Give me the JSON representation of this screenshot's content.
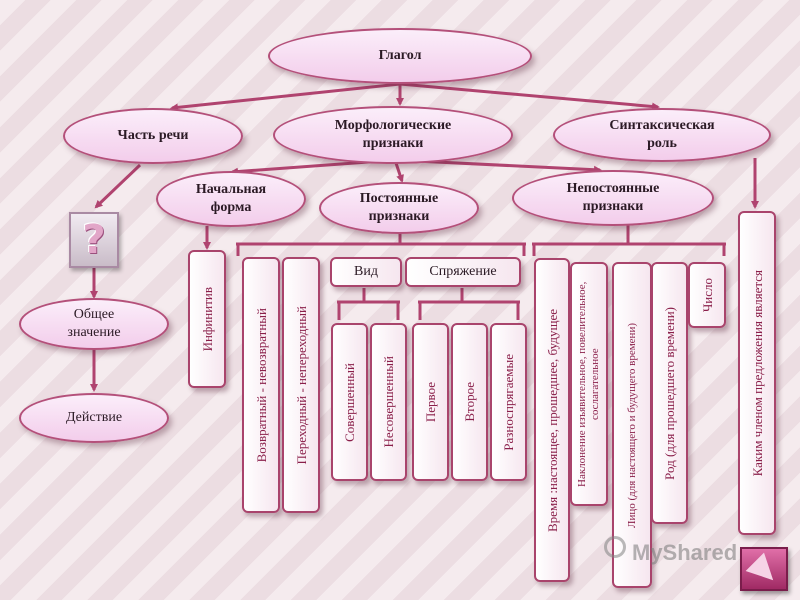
{
  "root": "Глагол",
  "level1": {
    "part_of_speech": "Часть речи",
    "morph_features": "Морфологические признаки",
    "syntax_role": "Синтаксическая роль"
  },
  "morph": {
    "initial_form": "Начальная форма",
    "constant": "Постоянные признаки",
    "variable": "Непостоянные признаки"
  },
  "question_mark": "?",
  "general_meaning": "Общее значение",
  "action": "Действие",
  "infinitive": "Инфинитив",
  "constant_items": {
    "reflexive": "Возвратный - невозвратный",
    "transitive": "Переходный - непереходный",
    "aspect": "Вид",
    "conjugation": "Спряжение",
    "perfective": "Совершенный",
    "imperfective": "Несовершенный",
    "first": "Первое",
    "second": "Второе",
    "irregular": "Разноспрягаемые"
  },
  "variable_items": {
    "tense": "Время :настоящее, прошедшее, будущее",
    "mood": "Наклонение изъявительное, повелительное, сослагательное",
    "person": "Лицо (для настоящего и будущего времени)",
    "gender": "Род (для прошедшего времени)",
    "number": "Число"
  },
  "syntax_item": "Каким членом предложения является",
  "watermark": "MyShared"
}
